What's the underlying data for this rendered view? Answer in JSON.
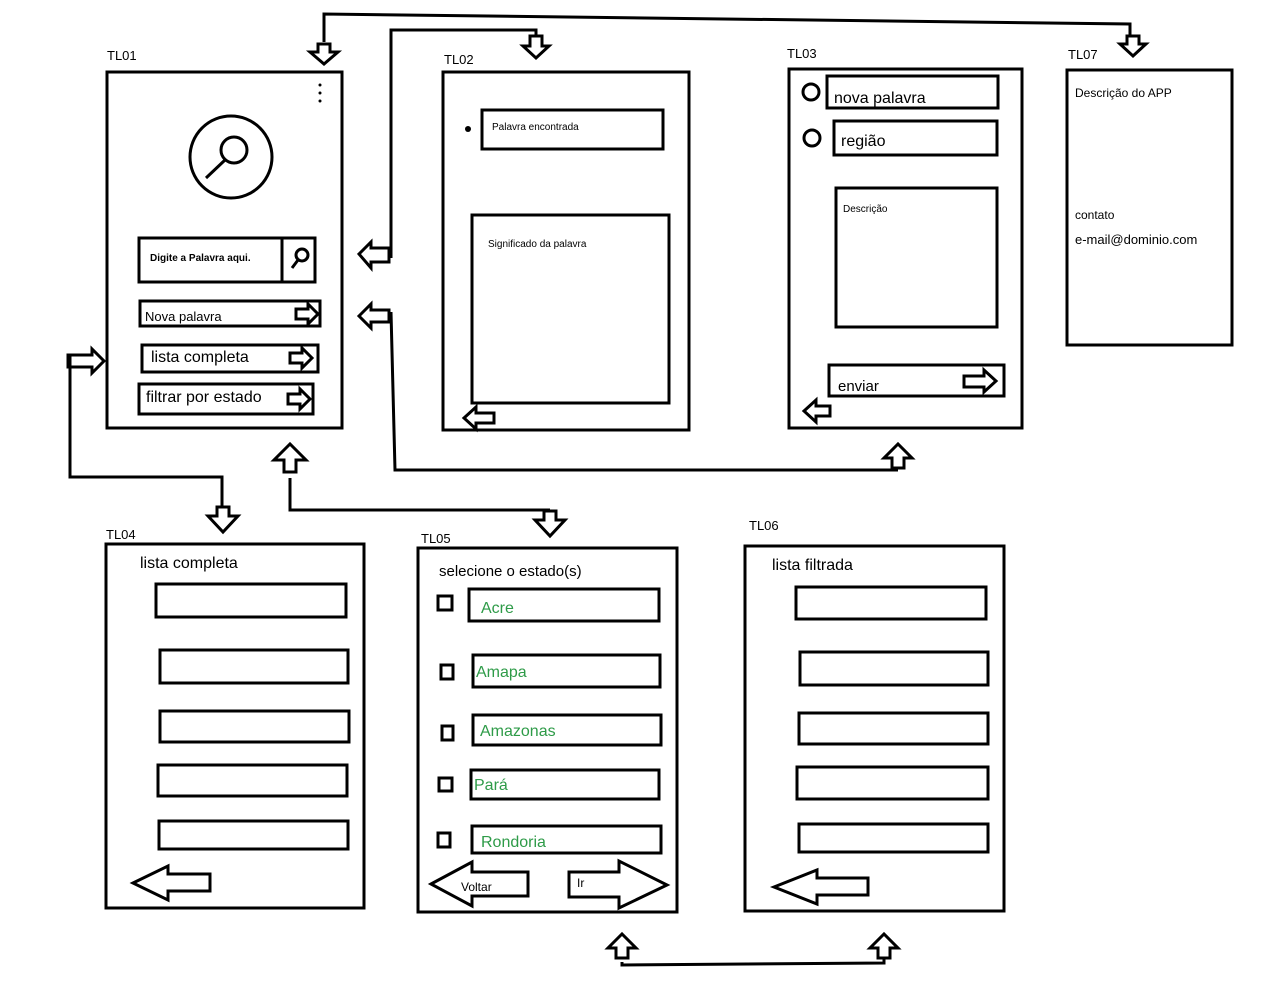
{
  "screens": {
    "tl01": {
      "label": "TL01",
      "search_placeholder": "Digite a Palavra aqui.",
      "menu": [
        "Nova palavra",
        "lista completa",
        "filtrar por estado"
      ]
    },
    "tl02": {
      "label": "TL02",
      "found_word": "Palavra encontrada",
      "meaning": "Significado da palavra"
    },
    "tl03": {
      "label": "TL03",
      "field_new_word": "nova palavra",
      "field_region": "região",
      "description": "Descrição",
      "send_label": "enviar"
    },
    "tl04": {
      "label": "TL04",
      "title": "lista completa"
    },
    "tl05": {
      "label": "TL05",
      "title": "selecione o estado(s)",
      "states": [
        "Acre",
        "Amapa",
        "Amazonas",
        "Pará",
        "Rondoria"
      ],
      "back_label": "Voltar",
      "go_label": "Ir"
    },
    "tl06": {
      "label": "TL06",
      "title": "lista filtrada"
    },
    "tl07": {
      "label": "TL07",
      "app_description": "Descrição do APP",
      "contact_label": "contato",
      "email": "e-mail@dominio.com"
    }
  },
  "colors": {
    "ink": "#000000",
    "state_text": "#2e9b48",
    "background": "#ffffff"
  }
}
